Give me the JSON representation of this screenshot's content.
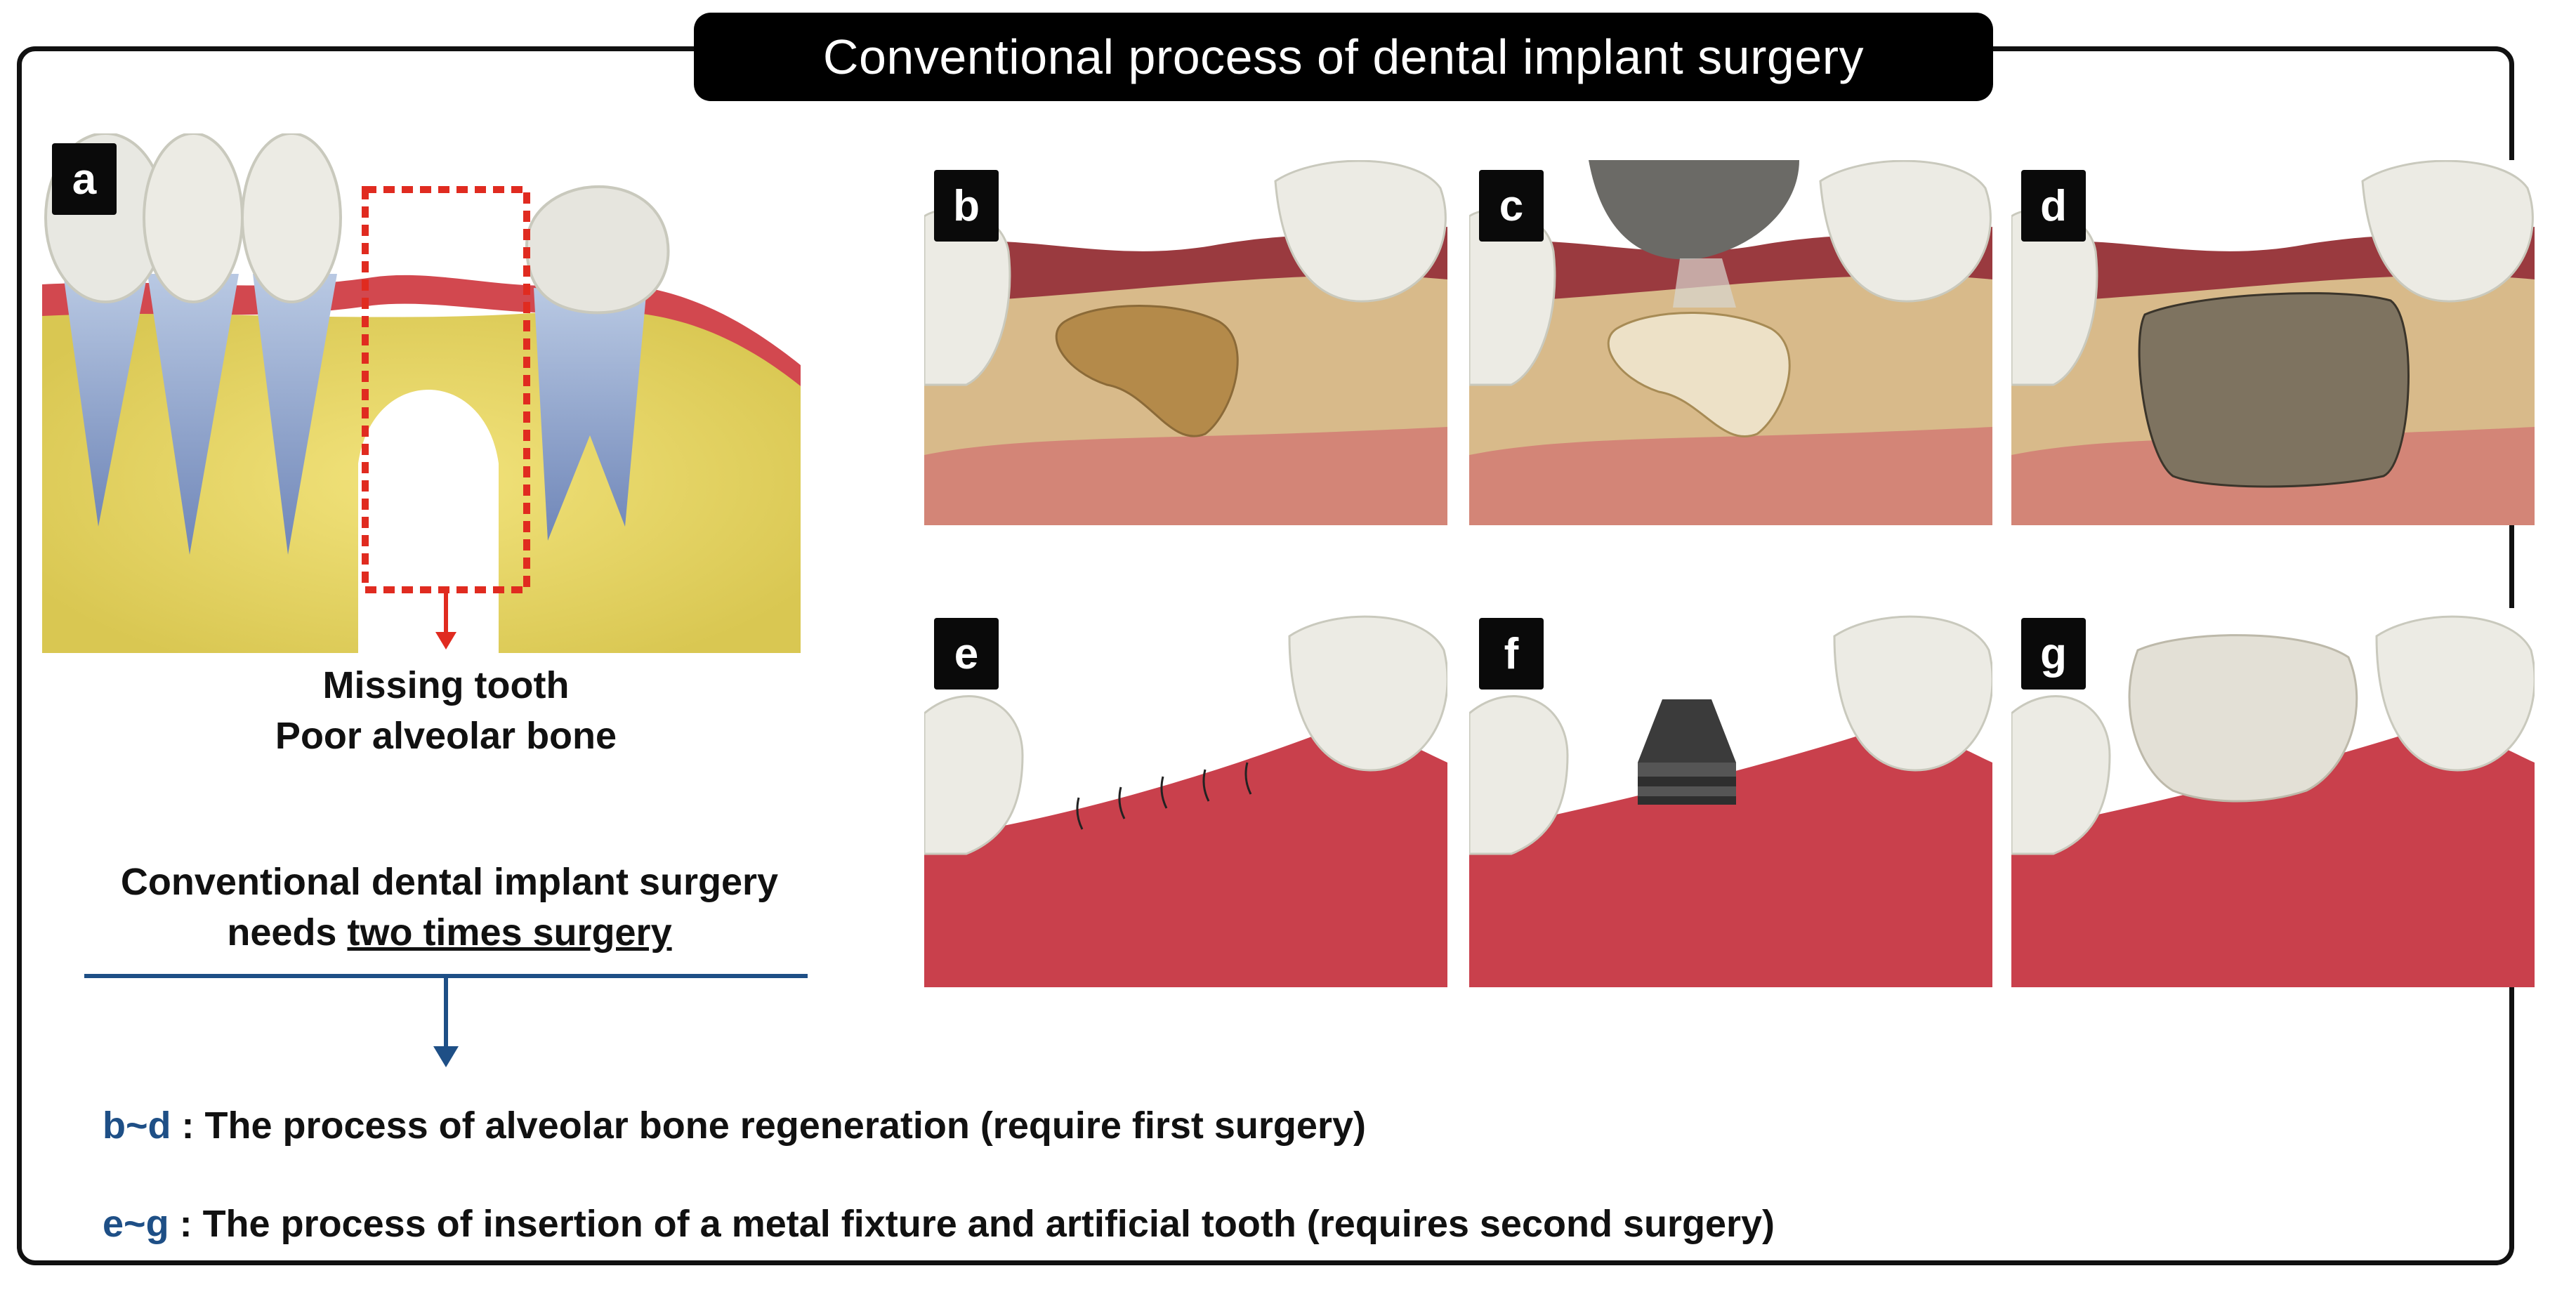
{
  "title": "Conventional process of dental implant surgery",
  "panels": {
    "a": {
      "label": "a"
    },
    "b": {
      "label": "b"
    },
    "c": {
      "label": "c"
    },
    "d": {
      "label": "d"
    },
    "e": {
      "label": "e"
    },
    "f": {
      "label": "f"
    },
    "g": {
      "label": "g"
    }
  },
  "annotation": {
    "line1": "Missing tooth",
    "line2": "Poor alveolar bone"
  },
  "summary": {
    "line1": "Conventional dental implant surgery",
    "line2_prefix": "needs ",
    "line2_emphasis": "two times surgery"
  },
  "legend": [
    {
      "key": "b~d",
      "separator": " : ",
      "text": "The process of alveolar bone regeneration (require first surgery)"
    },
    {
      "key": "e~g",
      "separator": " : ",
      "text": "The process of insertion of a metal fixture and artificial tooth (requires second surgery)"
    }
  ],
  "colors": {
    "frame": "#111111",
    "title_bg": "#000000",
    "highlight_box": "#e02b20",
    "arrow_blue": "#1e4f86",
    "gum": "#c9404c",
    "bone": "#e8d76a",
    "tooth": "#e9e6dc"
  }
}
